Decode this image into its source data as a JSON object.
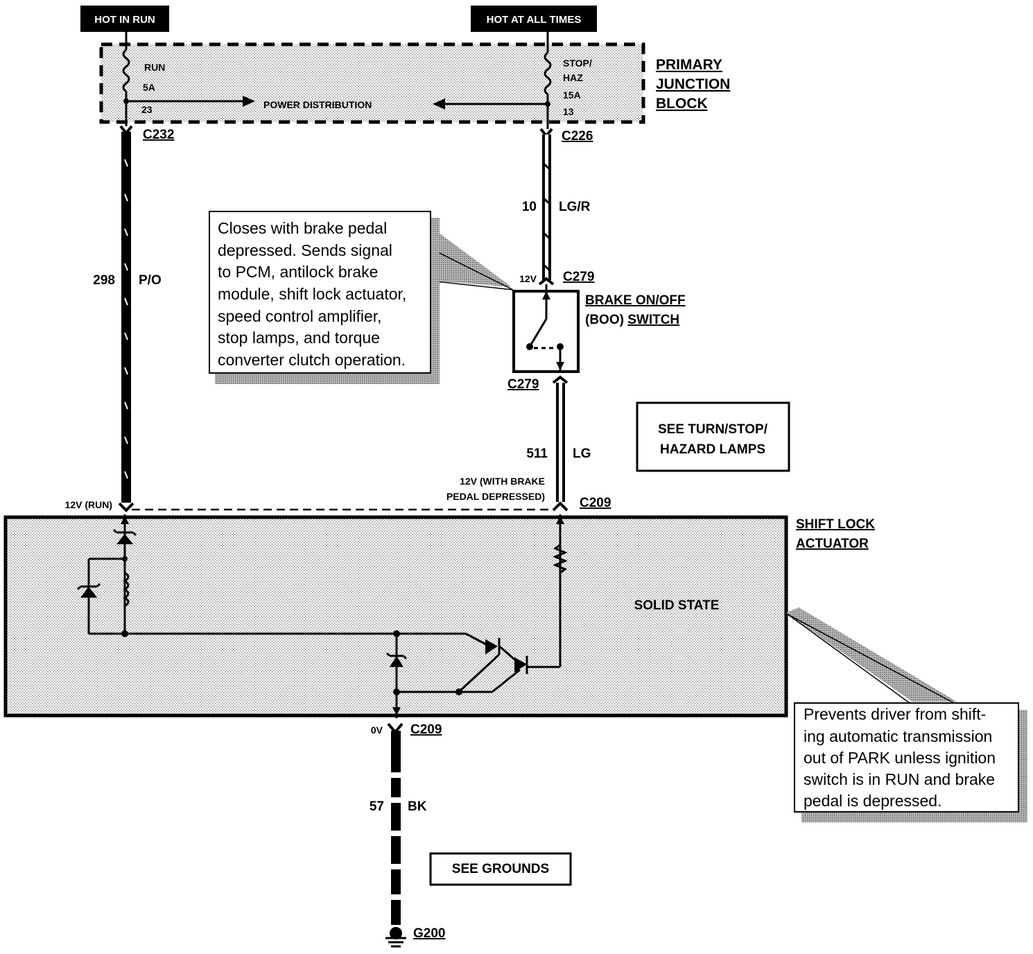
{
  "power_sources": {
    "hot_in_run": "HOT IN RUN",
    "hot_at_all_times": "HOT AT ALL TIMES"
  },
  "junction_block": {
    "title_line1": "PRIMARY",
    "title_line2": "JUNCTION",
    "title_line3": "BLOCK",
    "fuse_left_name": "RUN",
    "fuse_left_amp": "5A",
    "fuse_left_num": "23",
    "fuse_right_name1": "STOP/",
    "fuse_right_name2": "HAZ",
    "fuse_right_amp": "15A",
    "fuse_right_num": "13",
    "power_distribution": "POWER DISTRIBUTION"
  },
  "connectors": {
    "c232": "C232",
    "c226": "C226",
    "c279_top": "C279",
    "c279_bottom": "C279",
    "c209_top": "C209",
    "c209_bottom": "C209",
    "g200": "G200"
  },
  "wires": {
    "w298_num": "298",
    "w298_color": "P/O",
    "w10_num": "10",
    "w10_color": "LG/R",
    "w511_num": "511",
    "w511_color": "LG",
    "w57_num": "57",
    "w57_color": "BK"
  },
  "voltages": {
    "v_12v_boo": "12V",
    "v_12v_run": "12V (RUN)",
    "v_brake_line1": "12V (WITH BRAKE",
    "v_brake_line2": "PEDAL DEPRESSED)",
    "v_0v": "0V"
  },
  "brake_switch": {
    "label_line1": "BRAKE ON/OFF",
    "label_line2_prefix": "(BOO) ",
    "label_line2_ul": "SWITCH"
  },
  "shift_lock": {
    "title_line1": "SHIFT LOCK",
    "title_line2": "ACTUATOR",
    "solid_state": "SOLID STATE"
  },
  "references": {
    "turn_stop_line1": "SEE TURN/STOP/",
    "turn_stop_line2": "HAZARD LAMPS",
    "grounds": "SEE GROUNDS"
  },
  "notes": {
    "boo_note": [
      "Closes with brake pedal",
      "depressed.  Sends signal",
      "to PCM, antilock brake",
      "module, shift lock actuator,",
      "speed control amplifier,",
      "stop lamps, and torque",
      "converter clutch operation."
    ],
    "actuator_note": [
      "Prevents driver from shift-",
      "ing automatic transmission",
      "out of PARK unless ignition",
      "switch is in RUN and brake",
      "pedal is depressed."
    ]
  }
}
